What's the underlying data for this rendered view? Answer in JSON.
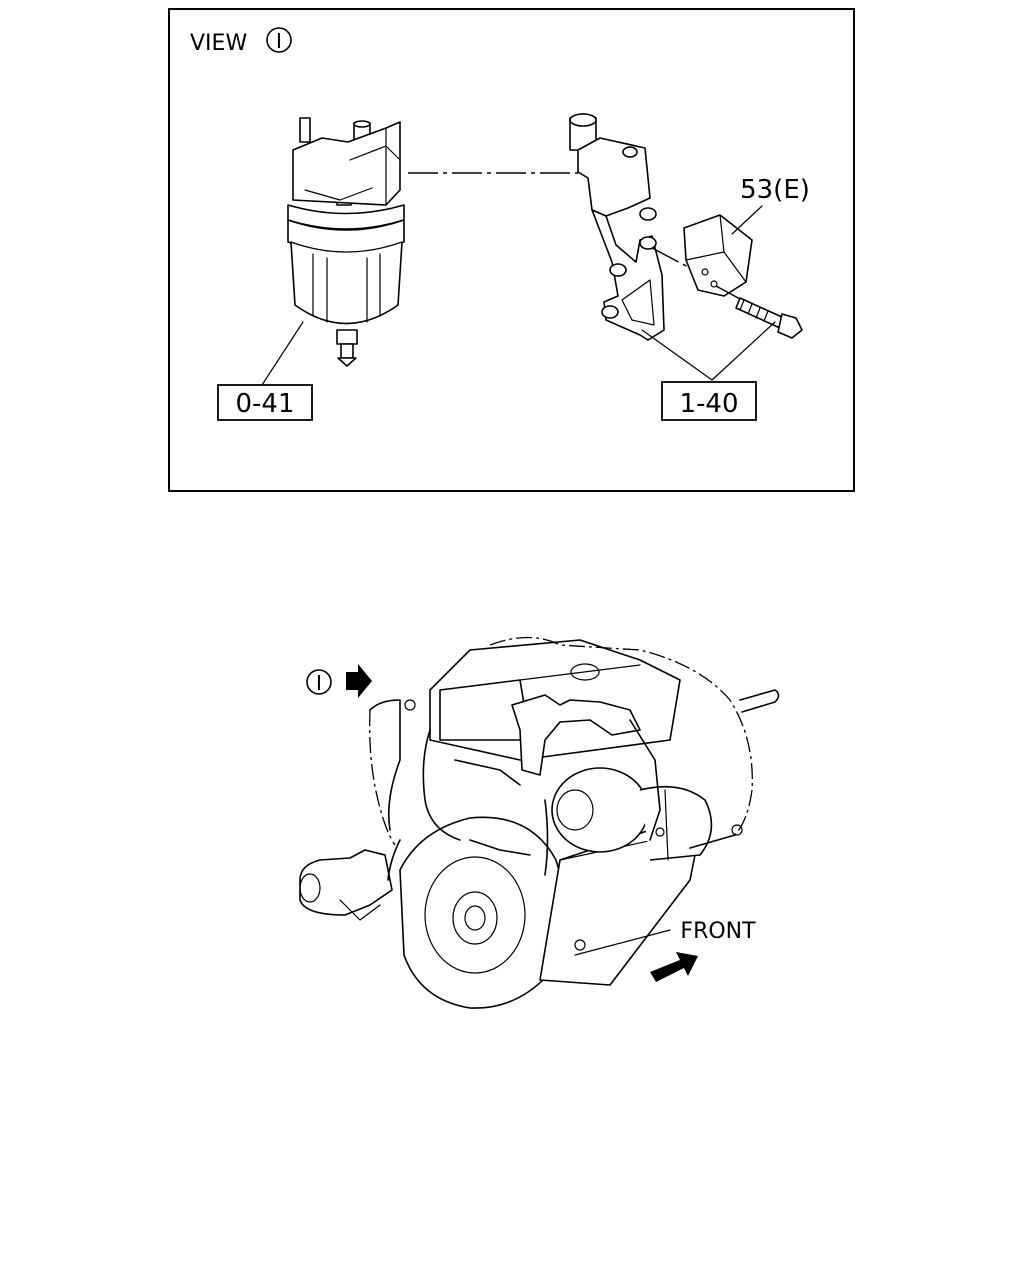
{
  "view_panel": {
    "title": "VIEW",
    "view_mark": "I"
  },
  "callouts": {
    "fuel_filter": "0-41",
    "bracket": "1-40",
    "bracket_note": "53(E)"
  },
  "engine_view": {
    "view_mark": "I",
    "front_label": "FRONT"
  }
}
